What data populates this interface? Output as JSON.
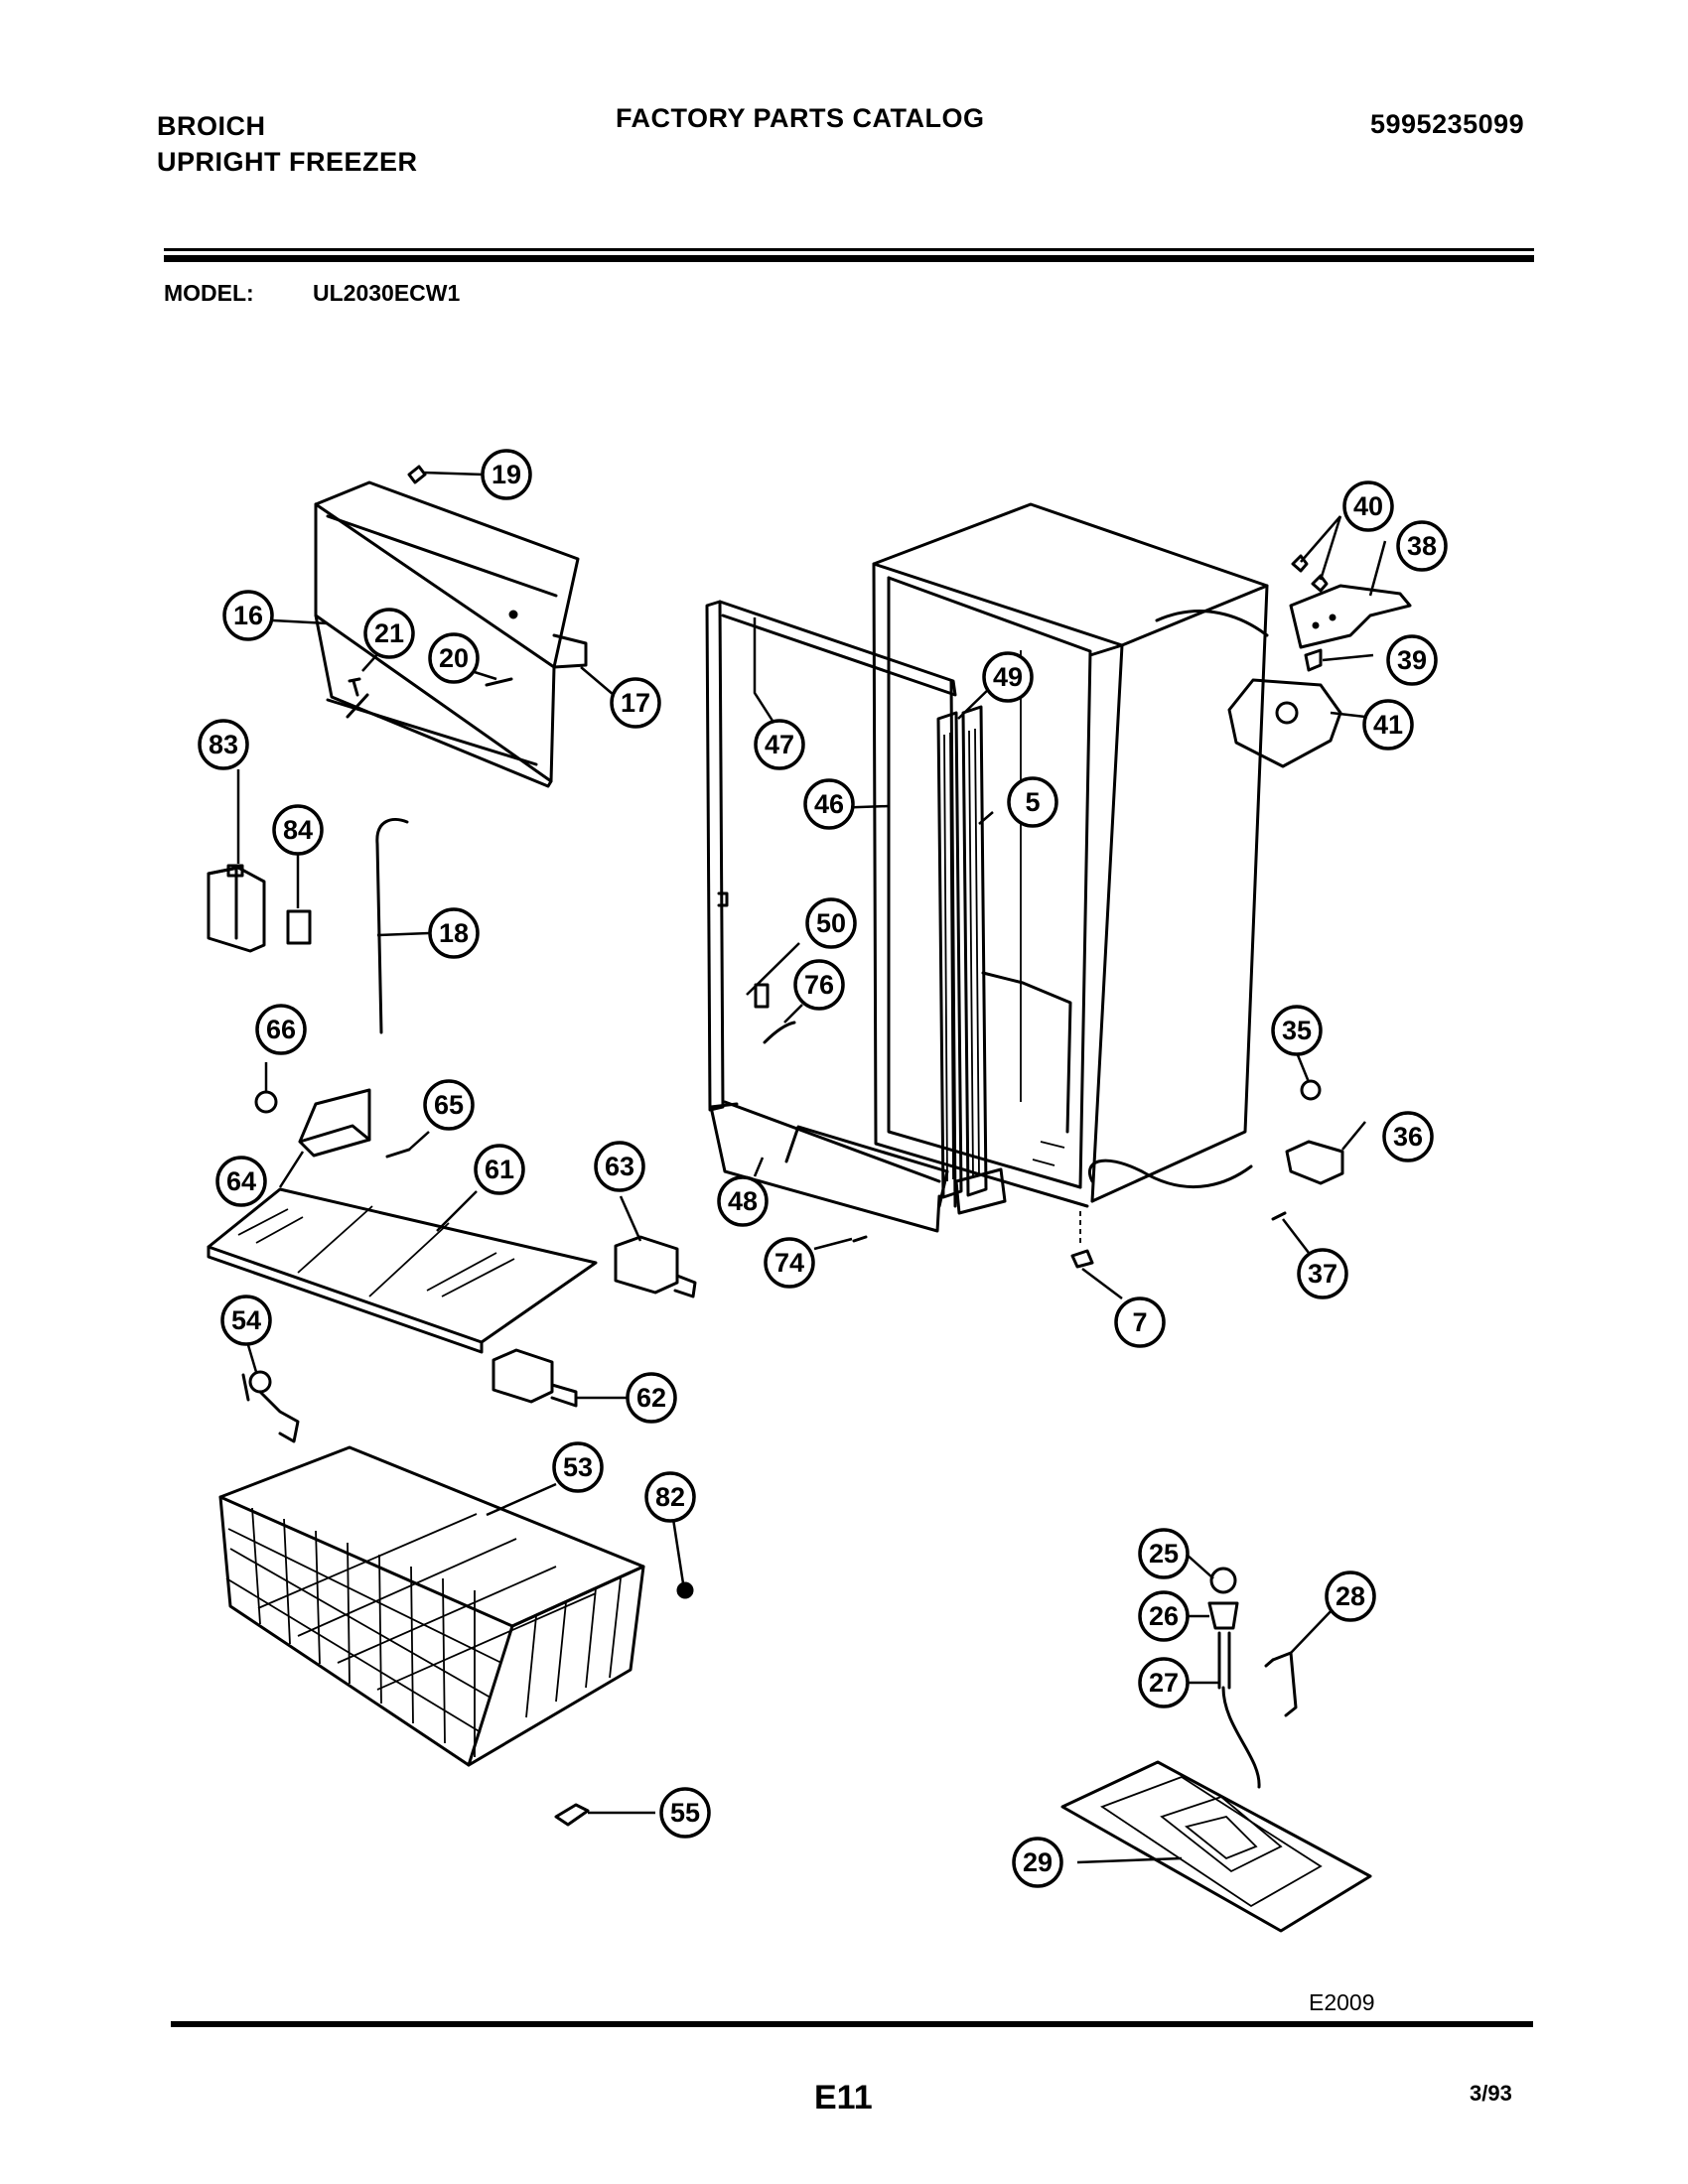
{
  "header": {
    "brand": "BROICH",
    "product": "UPRIGHT FREEZER",
    "catalog_title": "FACTORY PARTS CATALOG",
    "catalog_number": "5995235099"
  },
  "model": {
    "label": "MODEL:",
    "value": "UL2030ECW1"
  },
  "callouts": [
    {
      "id": "callout-19",
      "label": "19"
    },
    {
      "id": "callout-16",
      "label": "16"
    },
    {
      "id": "callout-21",
      "label": "21"
    },
    {
      "id": "callout-20",
      "label": "20"
    },
    {
      "id": "callout-17",
      "label": "17"
    },
    {
      "id": "callout-83",
      "label": "83"
    },
    {
      "id": "callout-84",
      "label": "84"
    },
    {
      "id": "callout-18",
      "label": "18"
    },
    {
      "id": "callout-66",
      "label": "66"
    },
    {
      "id": "callout-65",
      "label": "65"
    },
    {
      "id": "callout-64",
      "label": "64"
    },
    {
      "id": "callout-61",
      "label": "61"
    },
    {
      "id": "callout-63",
      "label": "63"
    },
    {
      "id": "callout-54",
      "label": "54"
    },
    {
      "id": "callout-62",
      "label": "62"
    },
    {
      "id": "callout-53",
      "label": "53"
    },
    {
      "id": "callout-82",
      "label": "82"
    },
    {
      "id": "callout-55",
      "label": "55"
    },
    {
      "id": "callout-47",
      "label": "47"
    },
    {
      "id": "callout-49",
      "label": "49"
    },
    {
      "id": "callout-46",
      "label": "46"
    },
    {
      "id": "callout-5",
      "label": "5"
    },
    {
      "id": "callout-50",
      "label": "50"
    },
    {
      "id": "callout-76",
      "label": "76"
    },
    {
      "id": "callout-48",
      "label": "48"
    },
    {
      "id": "callout-74",
      "label": "74"
    },
    {
      "id": "callout-7",
      "label": "7"
    },
    {
      "id": "callout-40",
      "label": "40"
    },
    {
      "id": "callout-38",
      "label": "38"
    },
    {
      "id": "callout-39",
      "label": "39"
    },
    {
      "id": "callout-41",
      "label": "41"
    },
    {
      "id": "callout-35",
      "label": "35"
    },
    {
      "id": "callout-36",
      "label": "36"
    },
    {
      "id": "callout-37",
      "label": "37"
    },
    {
      "id": "callout-25",
      "label": "25"
    },
    {
      "id": "callout-26",
      "label": "26"
    },
    {
      "id": "callout-27",
      "label": "27"
    },
    {
      "id": "callout-28",
      "label": "28"
    },
    {
      "id": "callout-29",
      "label": "29"
    }
  ],
  "footer": {
    "figure_code": "E2009",
    "page_number": "E11",
    "date_code": "3/93"
  }
}
